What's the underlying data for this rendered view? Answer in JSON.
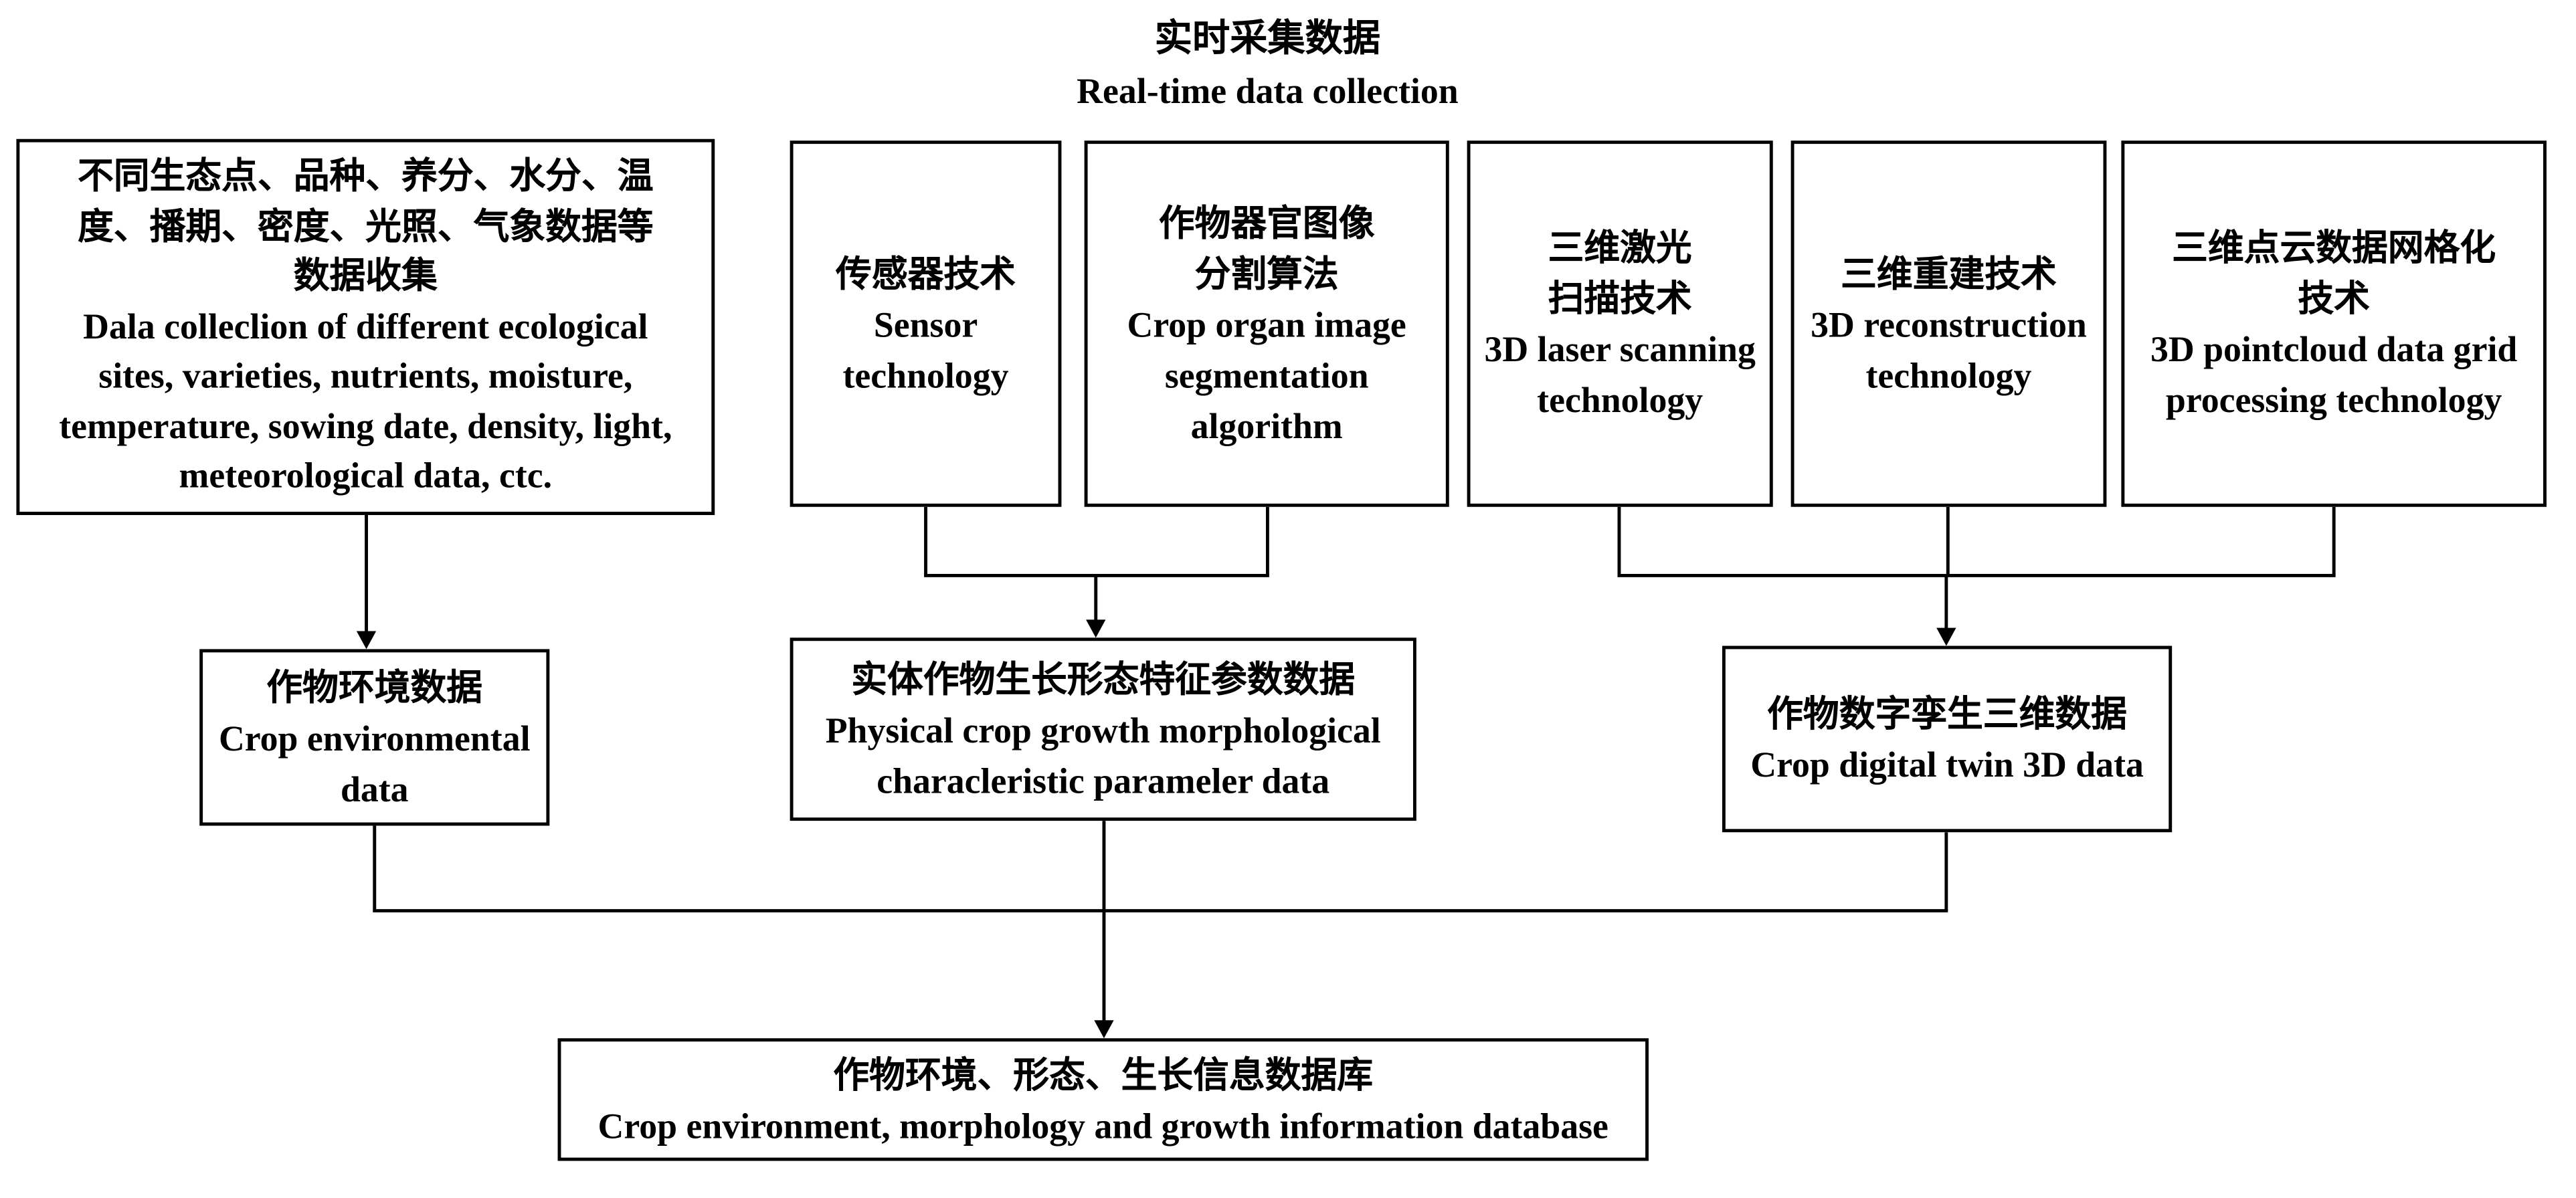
{
  "title": {
    "zh": "实时采集数据",
    "en": "Real-time data collection"
  },
  "top_boxes": {
    "data_collection": {
      "lines": [
        "不同生态点、品种、养分、水分、温",
        "度、播期、密度、光照、气象数据等",
        "数据收集",
        "Dala colleclion of different ecological",
        "sites, varieties, nutrients, moisture,",
        "temperature,  sowing date, density, light,",
        "meteorological data, ctc."
      ]
    },
    "sensor": {
      "lines": [
        "传感器技术",
        "Sensor",
        "technology"
      ]
    },
    "segmentation": {
      "lines": [
        "作物器官图像",
        "分割算法",
        "Crop organ image",
        "segmentation",
        "algorithm"
      ]
    },
    "laser_scanning": {
      "lines": [
        "三维激光",
        "扫描技术",
        "3D laser scanning",
        "technology"
      ]
    },
    "reconstruction": {
      "lines": [
        "三维重建技术",
        "3D reconstruction",
        "technology"
      ]
    },
    "pointcloud": {
      "lines": [
        "三维点云数据网格化",
        "技术",
        "3D pointcloud data grid",
        "processing technology"
      ]
    }
  },
  "mid_boxes": {
    "environment": {
      "lines": [
        "作物环境数据",
        "Crop environmental",
        "data"
      ]
    },
    "morphology": {
      "lines": [
        "实体作物生长形态特征参数数据",
        "Physical crop growth morphological",
        "characleristic parameler data"
      ]
    },
    "digital_twin": {
      "lines": [
        "作物数字孪生三维数据",
        "Crop digital twin 3D data"
      ]
    }
  },
  "bottom_box": {
    "lines": [
      "作物环境、形态、生长信息数据库",
      "Crop environment, morphology and growth information database"
    ]
  },
  "colors": {
    "line": "#000000",
    "border": "#000000",
    "background": "#ffffff",
    "text": "#000000"
  }
}
